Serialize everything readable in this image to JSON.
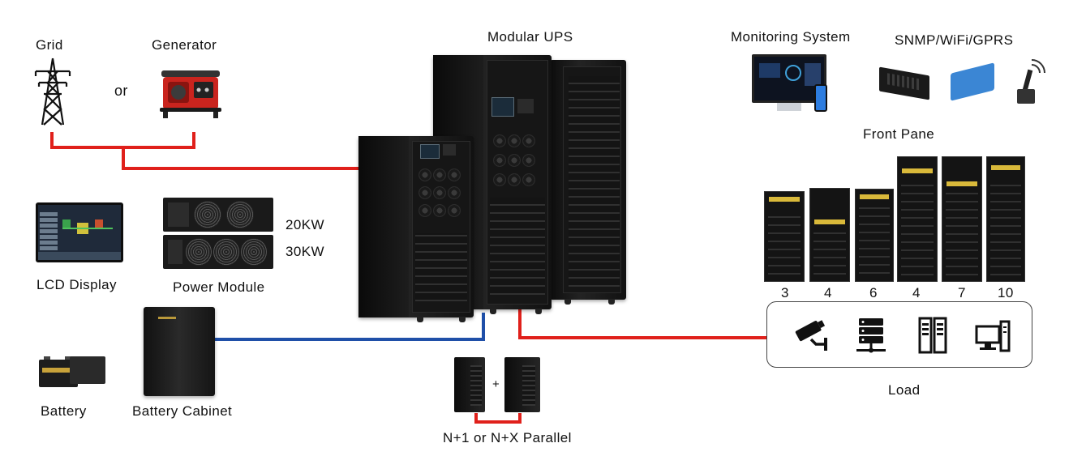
{
  "labels": {
    "grid": "Grid",
    "or": "or",
    "generator": "Generator",
    "modular_ups": "Modular UPS",
    "monitoring_system": "Monitoring System",
    "snmp": "SNMP/WiFi/GPRS",
    "front_pane": "Front Pane",
    "lcd_display": "LCD Display",
    "power_module": "Power Module",
    "kw20": "20KW",
    "kw30": "30KW",
    "battery": "Battery",
    "battery_cabinet": "Battery Cabinet",
    "parallel": "N+1 or N+X Parallel",
    "plus": "+",
    "load": "Load"
  },
  "front_panel_numbers": [
    "3",
    "4",
    "6",
    "4",
    "7",
    "10"
  ],
  "load_icons": [
    "cctv-camera-icon",
    "server-rack-icon",
    "network-cabinet-icon",
    "desktop-computer-icon"
  ],
  "colors": {
    "input_wire": "#e0201b",
    "battery_wire": "#1f4fa8",
    "cabinet": "#141414",
    "accent_yellow": "#d9b93a"
  }
}
